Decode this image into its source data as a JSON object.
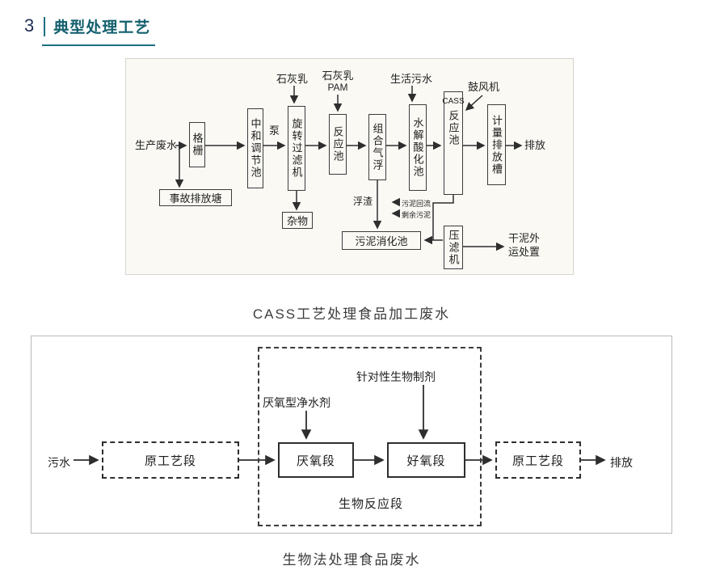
{
  "header": {
    "number": "3",
    "title": "典型处理工艺"
  },
  "colors": {
    "accent": "#1b6f80",
    "text": "#222222",
    "diagram_bg": "#faf9f4"
  },
  "diagram1": {
    "caption": "CASS工艺处理食品加工废水",
    "source_wastewater": "生产废水",
    "grid": "格栅",
    "accident_pond": "事故排放塘",
    "neutralization_tank": "中和调节池",
    "pump": "泵",
    "rotary_filter": "旋转过滤机",
    "lime_milk_1": "石灰乳",
    "lime_milk_2": "石灰乳",
    "pam": "PAM",
    "debris": "杂物",
    "reaction_tank": "反应池",
    "air_flotation": "组合气浮",
    "scum": "浮渣",
    "domestic_sewage": "生活污水",
    "hydrolysis_tank": "水解酸化池",
    "cass_top": "CASS",
    "cass_bottom": "反应池",
    "blower": "鼓风机",
    "metering_tank": "计量排放槽",
    "discharge": "排放",
    "sludge_return": "污泥回流",
    "excess_sludge": "剩余污泥",
    "sludge_digestion_tank": "污泥消化池",
    "filter_press": "压滤机",
    "dry_sludge_disposal": "干泥外运处置"
  },
  "diagram2": {
    "caption": "生物法处理食品废水",
    "sewage": "污水",
    "original_stage_left": "原工艺段",
    "anaerobic_stage": "厌氧段",
    "aerobic_stage": "好氧段",
    "original_stage_right": "原工艺段",
    "discharge": "排放",
    "anaerobic_agent": "厌氧型净水剂",
    "targeted_agent": "针对性生物制剂",
    "bio_reaction_stage": "生物反应段"
  }
}
